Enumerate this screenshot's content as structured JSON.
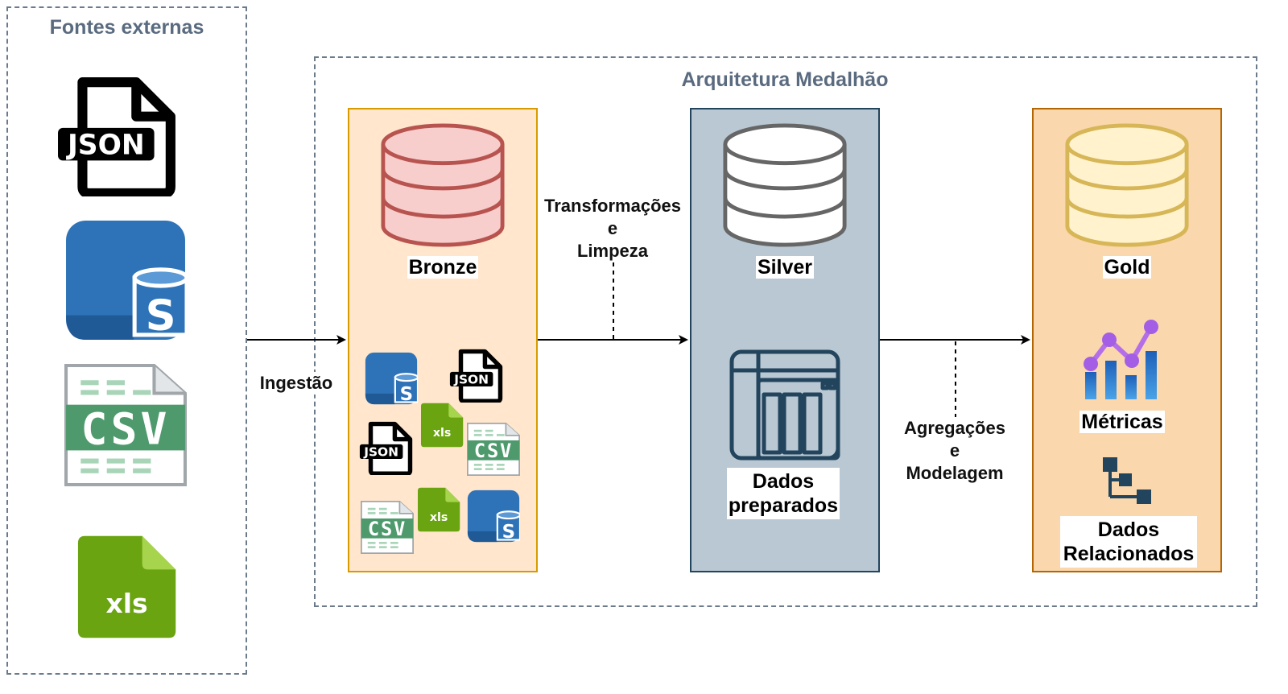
{
  "sources": {
    "title": "Fontes externas",
    "icons": [
      {
        "name": "json-file-icon",
        "label": "JSON"
      },
      {
        "name": "sql-database-icon",
        "label": "S"
      },
      {
        "name": "csv-file-icon",
        "label": "CSV"
      },
      {
        "name": "xls-file-icon",
        "label": "xls"
      }
    ]
  },
  "medallion": {
    "title": "Arquitetura Medalhão",
    "bronze": {
      "label": "Bronze"
    },
    "silver": {
      "label": "Silver",
      "item_line1": "Dados",
      "item_line2": "preparados"
    },
    "gold": {
      "label": "Gold",
      "metrics": "Métricas",
      "related_line1": "Dados",
      "related_line2": "Relacionados"
    }
  },
  "edges": {
    "ingest": "Ingestão",
    "transform_line1": "Transformações",
    "transform_line2": "e",
    "transform_line3": "Limpeza",
    "aggregate_line1": "Agregações",
    "aggregate_line2": "e",
    "aggregate_line3": "Modelagem"
  },
  "colors": {
    "bronze_fill": "#ffe6cc",
    "bronze_border": "#d79b00",
    "silver_fill": "#bac8d3",
    "silver_border": "#23445d",
    "gold_fill": "#fad7ac",
    "gold_border": "#b46504",
    "bronze_db": "#f8cecc",
    "bronze_db_stroke": "#b85450",
    "silver_db": "#ffffff",
    "silver_db_stroke": "#666666",
    "gold_db": "#fff2cc",
    "gold_db_stroke": "#d6b656",
    "sql_blue": "#2e73b8",
    "csv_green": "#4e9a6d",
    "xls_green": "#6aa411"
  }
}
